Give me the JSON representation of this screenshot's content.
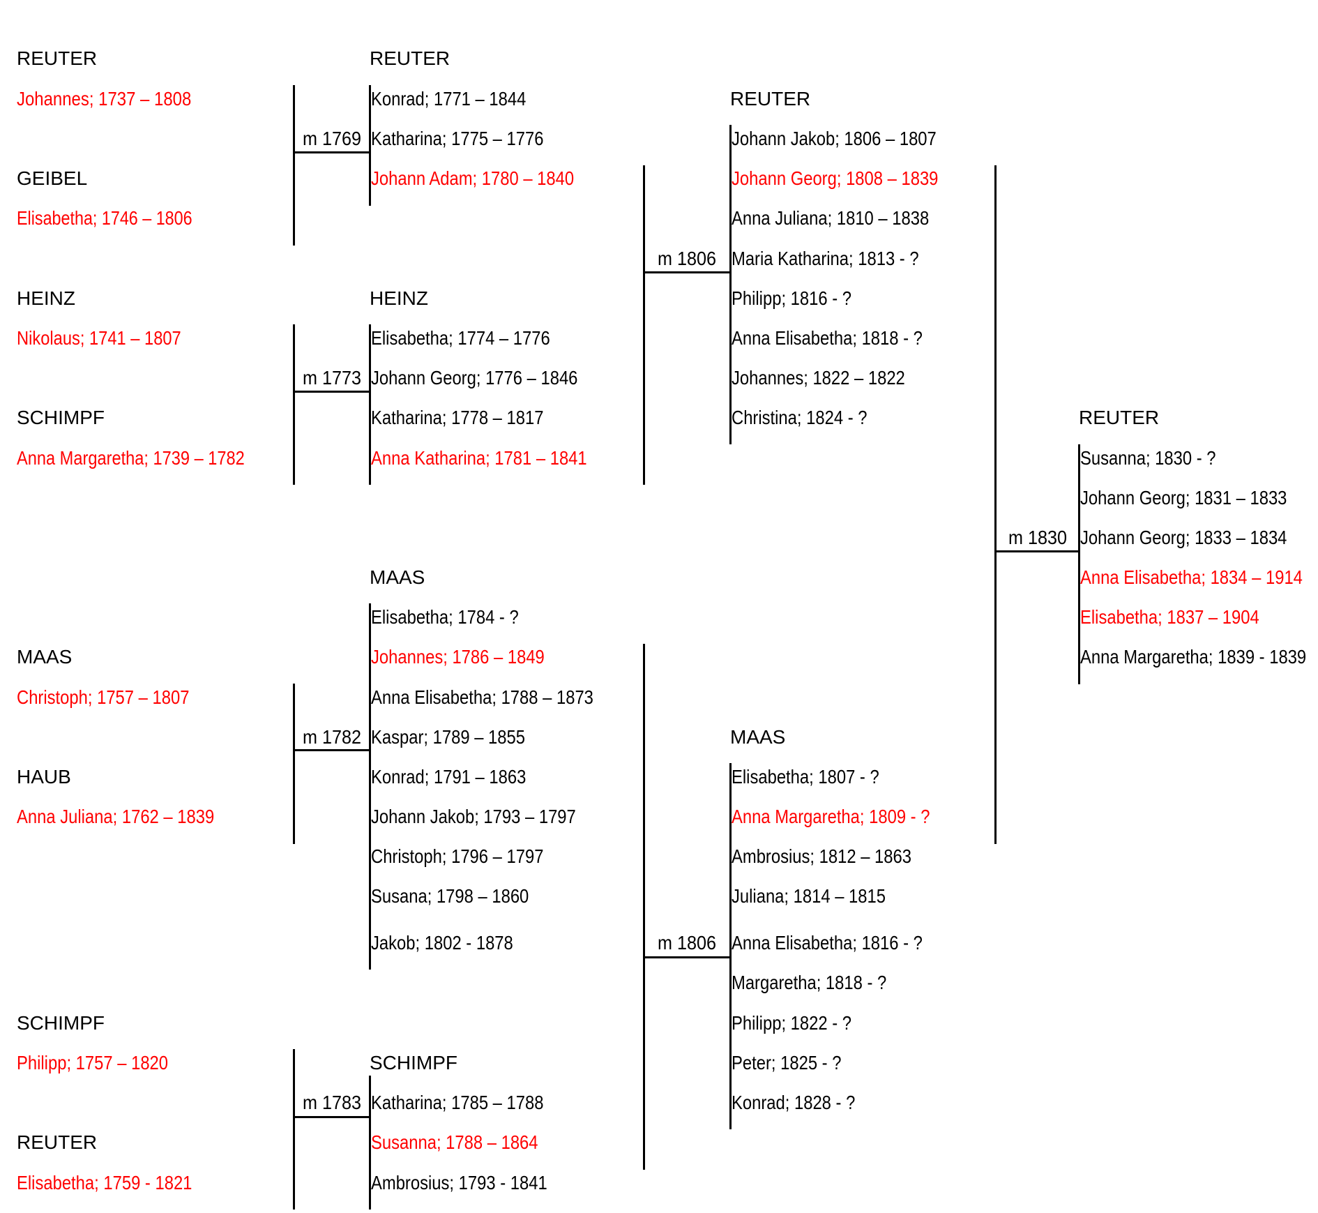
{
  "colors": {
    "highlight": "#ff0000",
    "text": "#000000",
    "lines": "#000000"
  },
  "col1": {
    "reuter_1": {
      "surname": "REUTER",
      "name": "Johannes; 1737 – 1808"
    },
    "geibel": {
      "surname": "GEIBEL",
      "name": "Elisabetha; 1746 – 1806"
    },
    "heinz": {
      "surname": "HEINZ",
      "name": "Nikolaus; 1741 – 1807"
    },
    "schimpf_1": {
      "surname": "SCHIMPF",
      "name": "Anna Margaretha; 1739 – 1782"
    },
    "maas": {
      "surname": "MAAS",
      "name": "Christoph; 1757 – 1807"
    },
    "haub": {
      "surname": "HAUB",
      "name": "Anna Juliana; 1762 – 1839"
    },
    "schimpf_2": {
      "surname": "SCHIMPF",
      "name": "Philipp; 1757 – 1820"
    },
    "reuter_2": {
      "surname": "REUTER",
      "name": "Elisabetha; 1759 - 1821"
    }
  },
  "col2": {
    "m1769": "m 1769",
    "m1773": "m 1773",
    "m1782": "m 1782",
    "m1783": "m 1783",
    "reuter": {
      "surname": "REUTER",
      "children": [
        "Konrad; 1771 – 1844",
        "Katharina; 1775 – 1776",
        "Johann Adam; 1780 – 1840"
      ]
    },
    "heinz": {
      "surname": "HEINZ",
      "children": [
        "Elisabetha; 1774 – 1776",
        "Johann Georg; 1776 – 1846",
        "Katharina; 1778 – 1817",
        "Anna Katharina; 1781 – 1841"
      ]
    },
    "maas": {
      "surname": "MAAS",
      "children": [
        "Elisabetha; 1784 - ?",
        "Johannes; 1786 – 1849",
        "Anna Elisabetha; 1788 – 1873",
        "Kaspar; 1789 – 1855",
        "Konrad; 1791 – 1863",
        "Johann Jakob; 1793 – 1797",
        "Christoph; 1796 – 1797",
        "Susana; 1798 – 1860",
        "Jakob; 1802 - 1878"
      ]
    },
    "schimpf": {
      "surname": "SCHIMPF",
      "children": [
        "Katharina; 1785 – 1788",
        "Susanna; 1788 – 1864",
        "Ambrosius; 1793 - 1841"
      ]
    }
  },
  "col3": {
    "m1806_a": "m 1806",
    "m1806_b": "m 1806",
    "reuter": {
      "surname": "REUTER",
      "children": [
        "Johann Jakob; 1806 – 1807",
        "Johann Georg; 1808 – 1839",
        "Anna Juliana; 1810 – 1838",
        "Maria Katharina; 1813 - ?",
        "Philipp; 1816 - ?",
        "Anna Elisabetha; 1818 - ?",
        "Johannes; 1822 – 1822",
        "Christina; 1824 - ?"
      ]
    },
    "maas": {
      "surname": "MAAS",
      "children": [
        "Elisabetha; 1807 - ?",
        "Anna Margaretha; 1809 - ?",
        "Ambrosius; 1812 – 1863",
        "Juliana; 1814 – 1815",
        "Anna Elisabetha; 1816 - ?",
        "Margaretha; 1818 - ?",
        "Philipp; 1822 - ?",
        "Peter; 1825 - ?",
        "Konrad; 1828 - ?"
      ]
    }
  },
  "col4": {
    "m1830": "m 1830",
    "reuter": {
      "surname": "REUTER",
      "children": [
        "Susanna; 1830 - ?",
        "Johann Georg; 1831 – 1833",
        "Johann Georg; 1833 – 1834",
        "Anna Elisabetha; 1834 – 1914",
        "Elisabetha; 1837 – 1904",
        "Anna Margaretha; 1839 - 1839"
      ]
    }
  }
}
